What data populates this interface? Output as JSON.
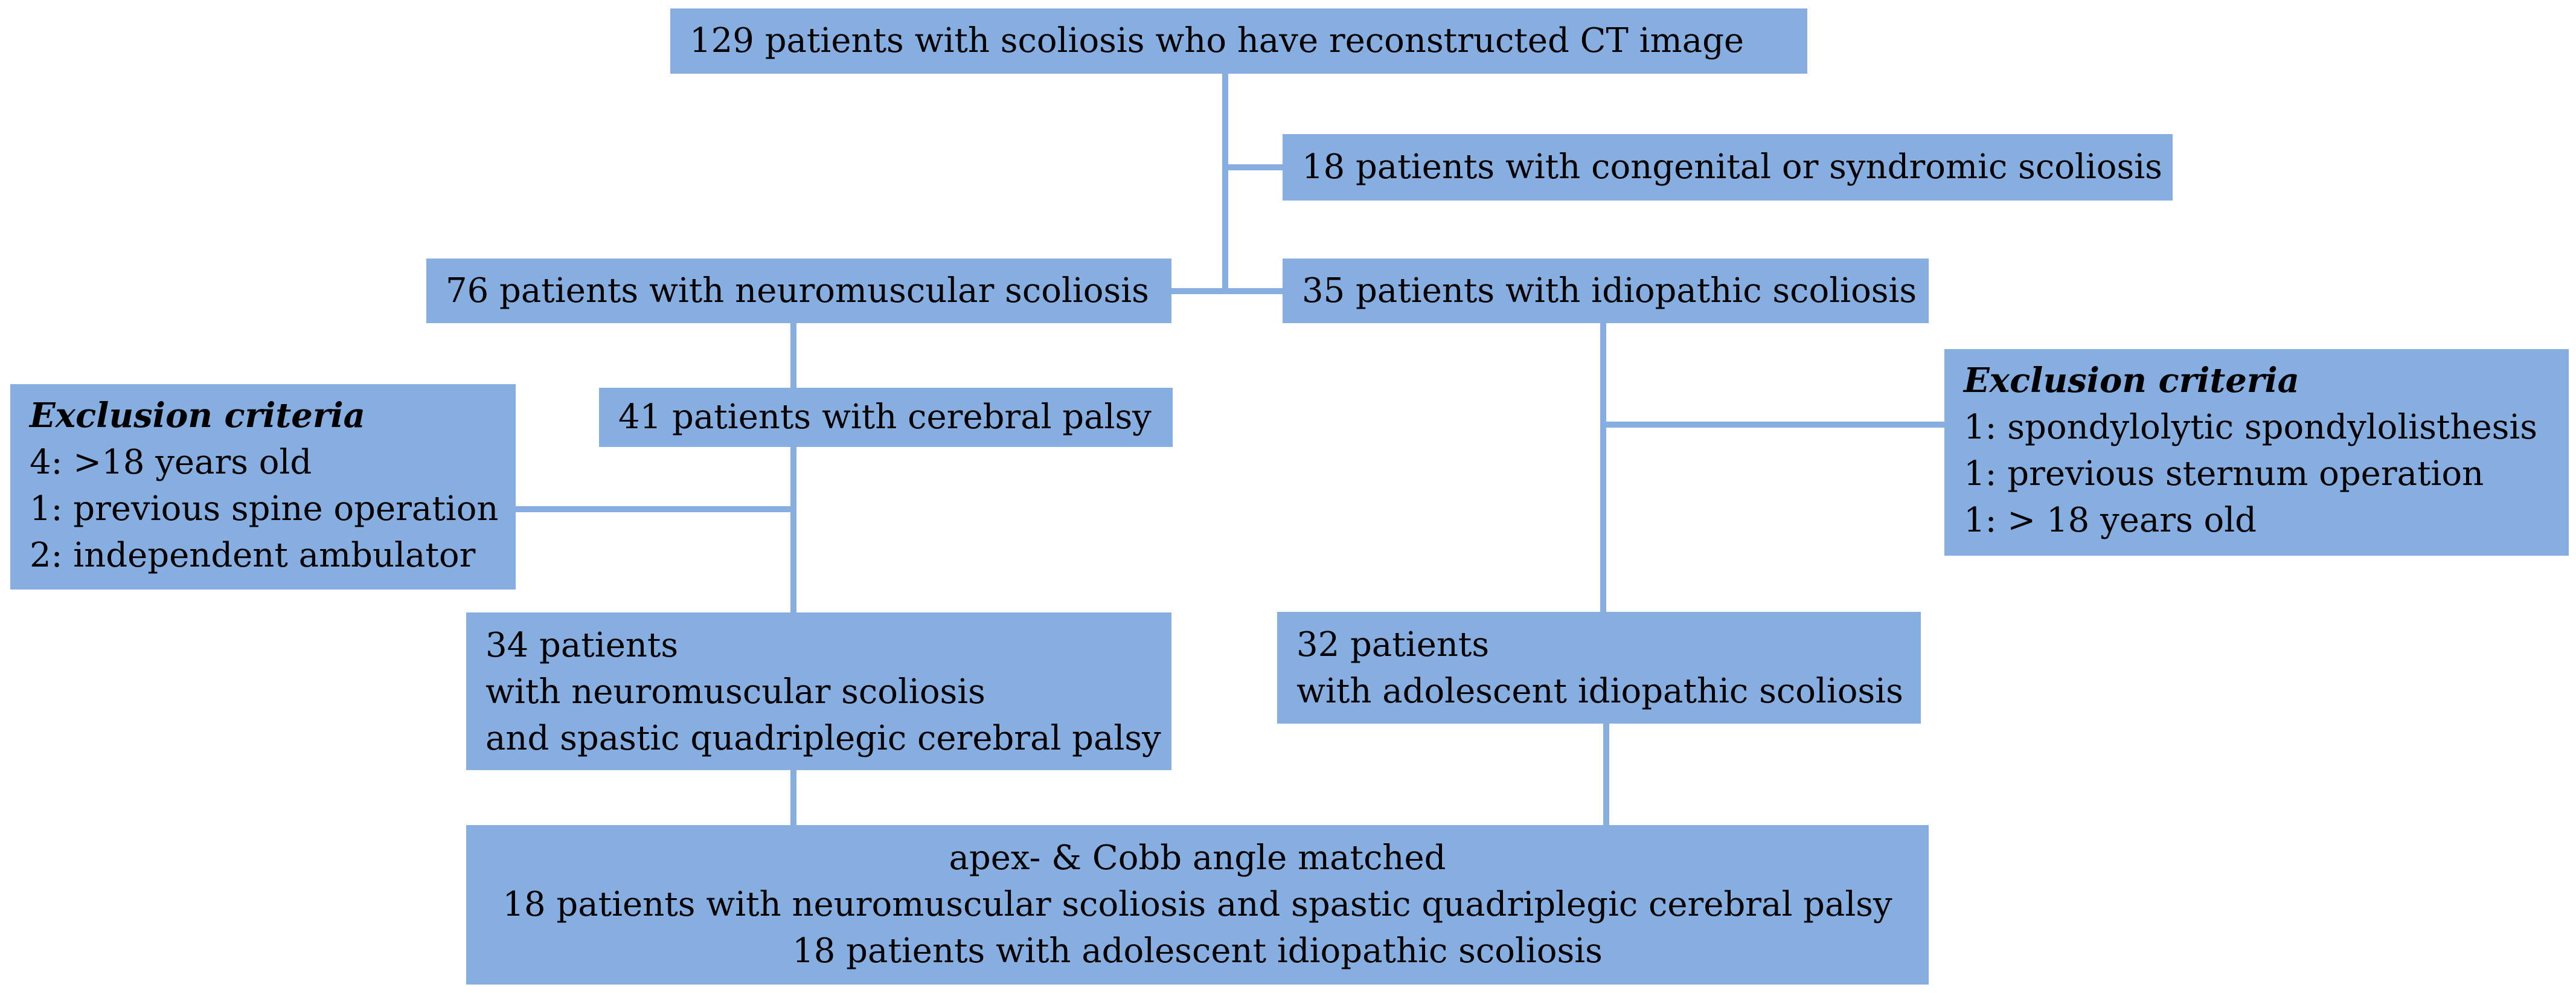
{
  "boxes": {
    "total": {
      "text": "129 patients with scoliosis who have reconstructed CT image"
    },
    "congenital": {
      "text": "18 patients with congenital or syndromic scoliosis"
    },
    "neuromuscular": {
      "text": "76 patients with neuromuscular scoliosis"
    },
    "idiopathic": {
      "text": "35 patients with idiopathic scoliosis"
    },
    "cerebral_palsy": {
      "text": "41 patients with cerebral palsy"
    },
    "exclusion_left": {
      "title": "Exclusion criteria",
      "items": [
        "4: >18 years old",
        "1: previous spine operation",
        "2: independent ambulator"
      ]
    },
    "exclusion_right": {
      "title": "Exclusion criteria",
      "items": [
        "1: spondylolytic spondylolisthesis",
        "1: previous sternum operation",
        "1: > 18 years old"
      ]
    },
    "nm_cp_group": {
      "lines": [
        "34 patients",
        "with neuromuscular scoliosis",
        "and spastic quadriplegic cerebral palsy"
      ]
    },
    "ais_group": {
      "lines": [
        "32 patients",
        "with adolescent idiopathic scoliosis"
      ]
    },
    "matched": {
      "lines": [
        "apex- & Cobb angle matched",
        "18 patients with neuromuscular scoliosis and spastic quadriplegic cerebral palsy",
        "18 patients with adolescent idiopathic scoliosis"
      ]
    }
  },
  "colors": {
    "box_fill": "#86aee0",
    "connector": "#86aee0",
    "text": "#000000",
    "background": "#ffffff"
  }
}
